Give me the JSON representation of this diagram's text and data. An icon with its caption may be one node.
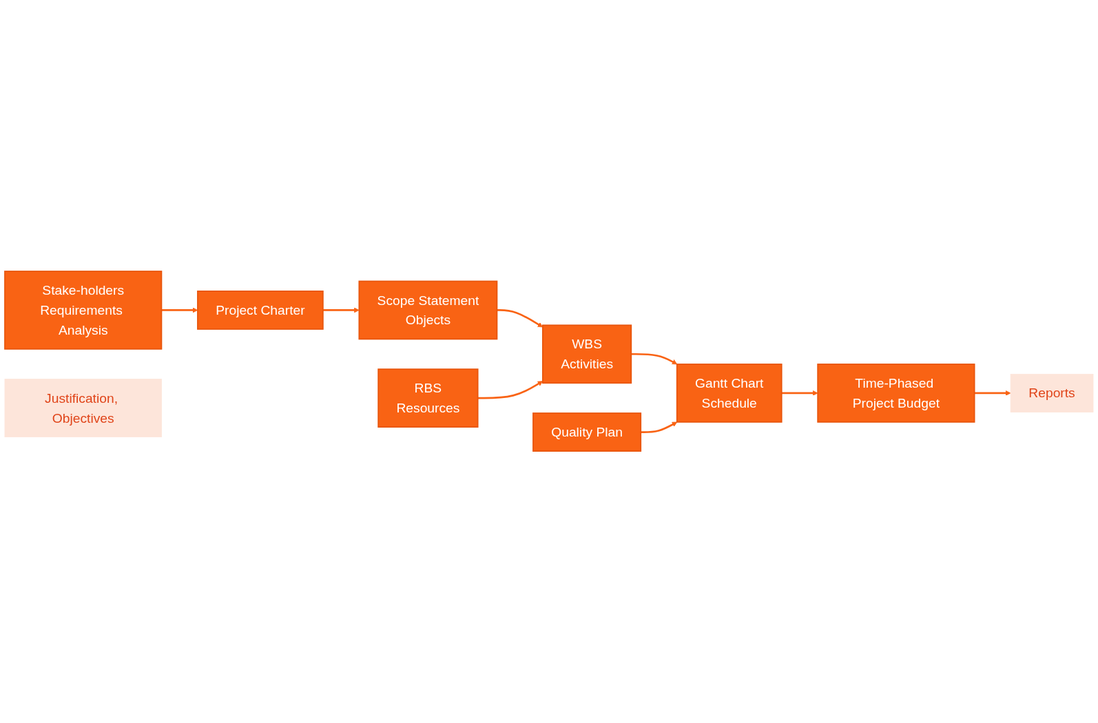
{
  "diagram": {
    "nodes": [
      {
        "text": [
          "Project Charter"
        ]
      },
      {
        "text": [
          "Scope Statement",
          "Objects"
        ]
      },
      {
        "text": [
          "WBS",
          "Activities"
        ]
      },
      {
        "text": [
          "Quality Plan"
        ]
      },
      {
        "text": [
          "Gantt Chart",
          "Schedule"
        ]
      },
      {
        "text": [
          "Stake-holders",
          "Requirements Analysis"
        ]
      },
      {
        "text": [
          "Justification, Objectives"
        ]
      },
      {
        "text": [
          "RBS",
          "Resources"
        ]
      },
      {
        "text": [
          "Time-Phased Project Budget"
        ]
      },
      {
        "text": [
          "Reports"
        ]
      }
    ],
    "edges": [
      {
        "from": 0,
        "to": 1,
        "arrow": "to"
      },
      {
        "from": 1,
        "to": 2,
        "arrow": "to"
      },
      {
        "from": 2,
        "to": 4,
        "arrow": "to"
      },
      {
        "from": 5,
        "to": 0,
        "arrow": "to"
      },
      {
        "from": 7,
        "to": 2,
        "arrow": "to"
      },
      {
        "from": 3,
        "to": 4,
        "arrow": "to"
      },
      {
        "from": 4,
        "to": 8,
        "arrow": "to"
      },
      {
        "from": 8,
        "to": 9,
        "arrow": "to"
      }
    ]
  }
}
